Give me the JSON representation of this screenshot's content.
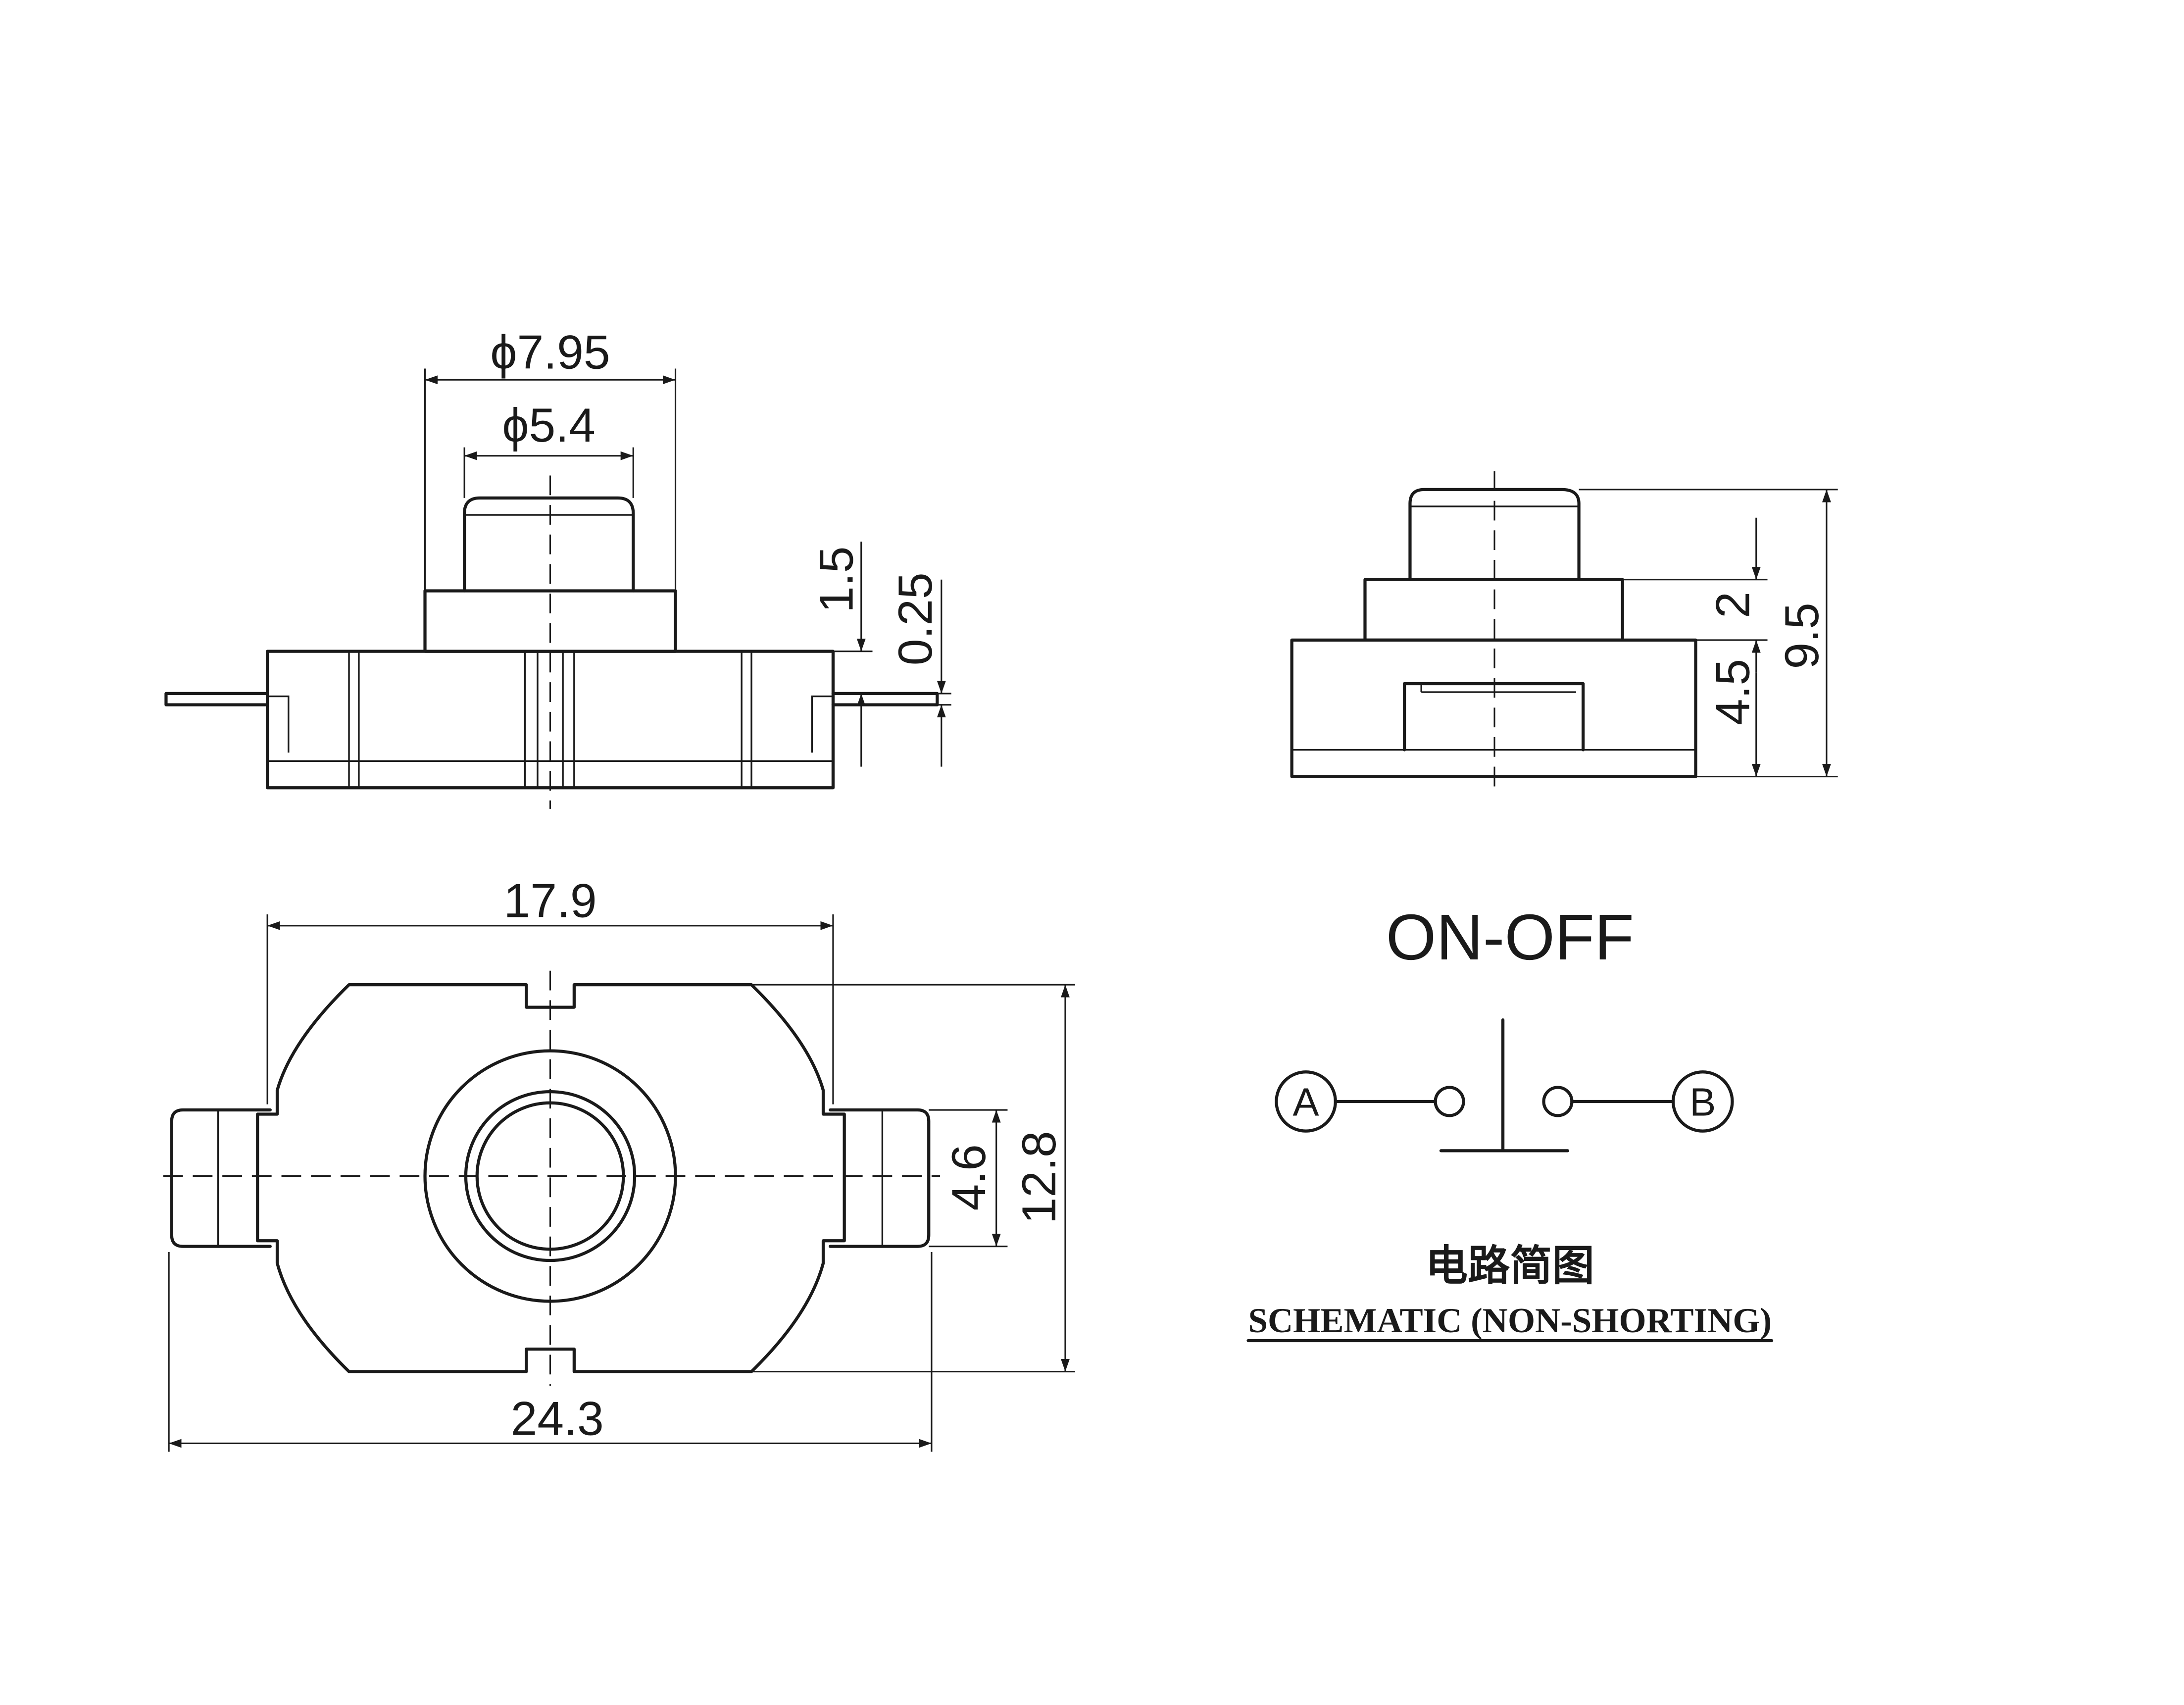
{
  "dimensions": {
    "outer_diameter": "ϕ7.95",
    "inner_diameter": "ϕ5.4",
    "actuator_height": "1.5",
    "terminal_thickness": "0.25",
    "step_height": "2",
    "body_height": "4.5",
    "total_height": "9.5",
    "body_width": "17.9",
    "overall_width": "24.3",
    "terminal_width": "4.6",
    "body_depth": "12.8"
  },
  "schematic": {
    "mode_label": "ON-OFF",
    "terminal_a": "A",
    "terminal_b": "B",
    "title_cn": "电路简图",
    "title_en": "SCHEMATIC (NON-SHORTING)"
  }
}
